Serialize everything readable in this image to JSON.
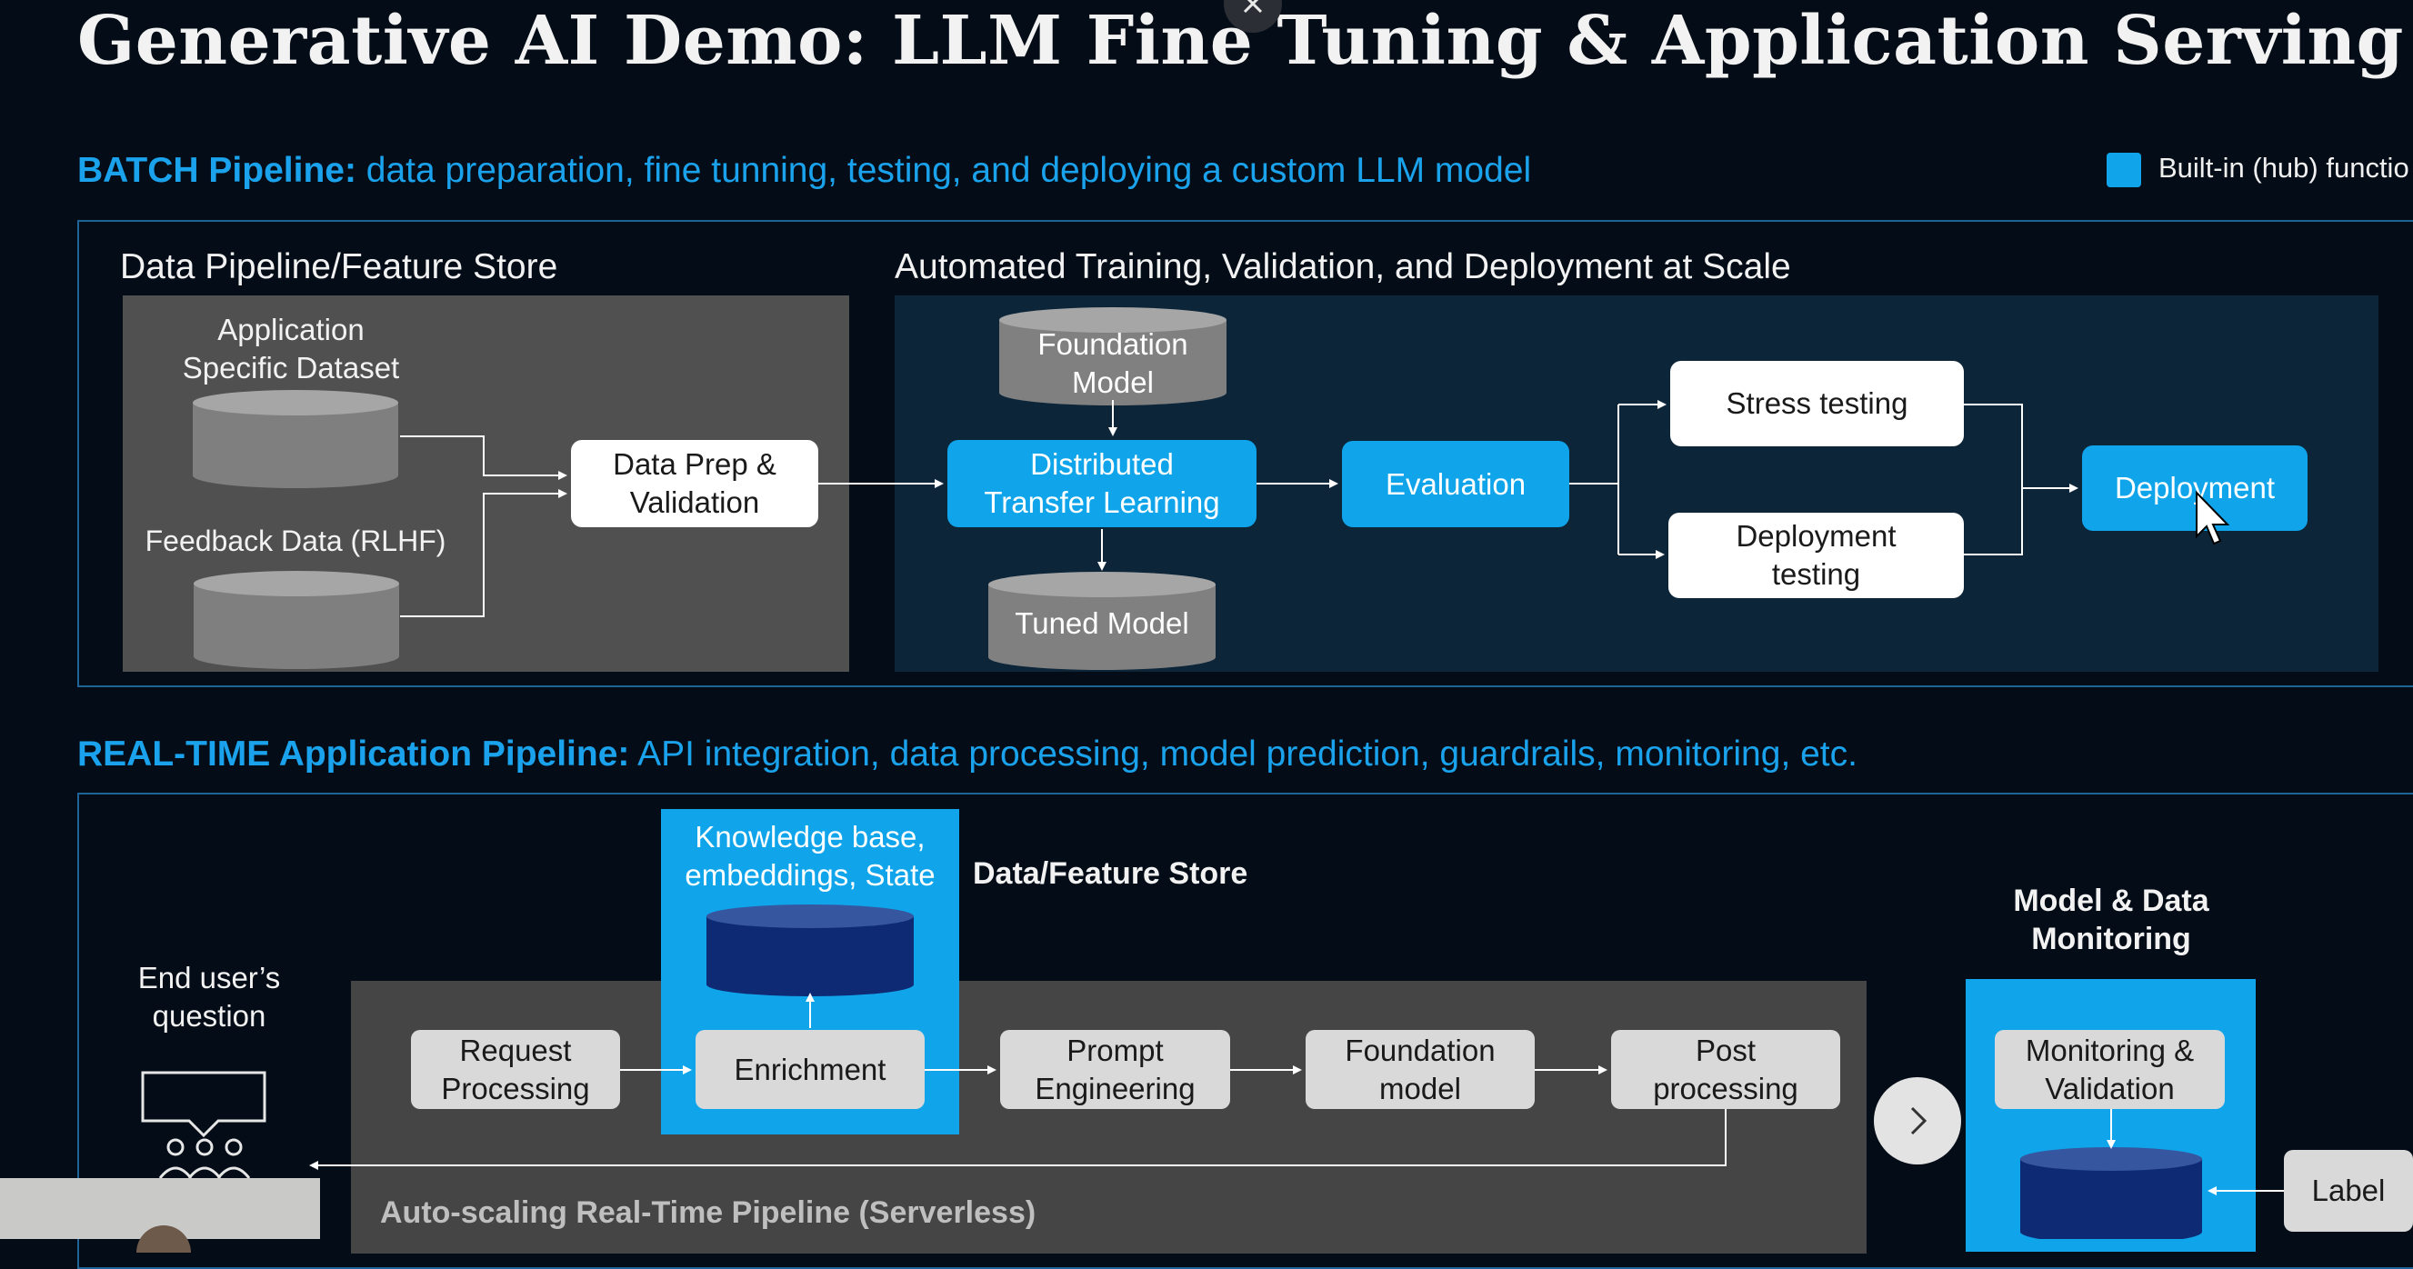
{
  "title": "Generative AI Demo: LLM Fine Tuning & Application Serving",
  "legend": {
    "label": "Built-in (hub) functio",
    "color": "#10a5ea"
  },
  "batch": {
    "head_bold": "BATCH Pipeline:",
    "head_rest": " data preparation, fine tunning, testing, and deploying a custom LLM model",
    "data_panel_label": "Data Pipeline/Feature Store",
    "auto_panel_label": "Automated Training, Validation, and Deployment at Scale",
    "app_dataset": [
      "Application",
      "Specific Dataset"
    ],
    "feedback_data": "Feedback Data (RLHF)",
    "data_prep": [
      "Data Prep &",
      "Validation"
    ],
    "foundation_model": [
      "Foundation",
      "Model"
    ],
    "transfer_learning": [
      "Distributed",
      "Transfer Learning"
    ],
    "tuned_model": "Tuned Model",
    "evaluation": "Evaluation",
    "stress_testing": "Stress testing",
    "deployment_testing": [
      "Deployment",
      "testing"
    ],
    "deployment": "Deployment"
  },
  "realtime": {
    "head_bold": "REAL-TIME Application Pipeline:",
    "head_rest": " API integration, data processing, model prediction, guardrails, monitoring, etc.",
    "knowledge_base": [
      "Knowledge base,",
      "embeddings, State"
    ],
    "data_feature_store": "Data/Feature Store",
    "model_monitoring": [
      "Model & Data",
      "Monitoring"
    ],
    "end_user": [
      "End user’s",
      "question"
    ],
    "request_processing": [
      "Request",
      "Processing"
    ],
    "enrichment": "Enrichment",
    "prompt_engineering": [
      "Prompt",
      "Engineering"
    ],
    "foundation_model": [
      "Foundation",
      "model"
    ],
    "post_processing": [
      "Post",
      "processing"
    ],
    "monitoring_validation": [
      "Monitoring &",
      "Validation"
    ],
    "label": "Label",
    "pipeline_label": "Auto-scaling Real-Time Pipeline (Serverless)"
  },
  "icons": {
    "next": "chevron-right-icon",
    "close": "close-icon",
    "users": "users-speech-icon",
    "cursor": "mouse-cursor-icon"
  }
}
